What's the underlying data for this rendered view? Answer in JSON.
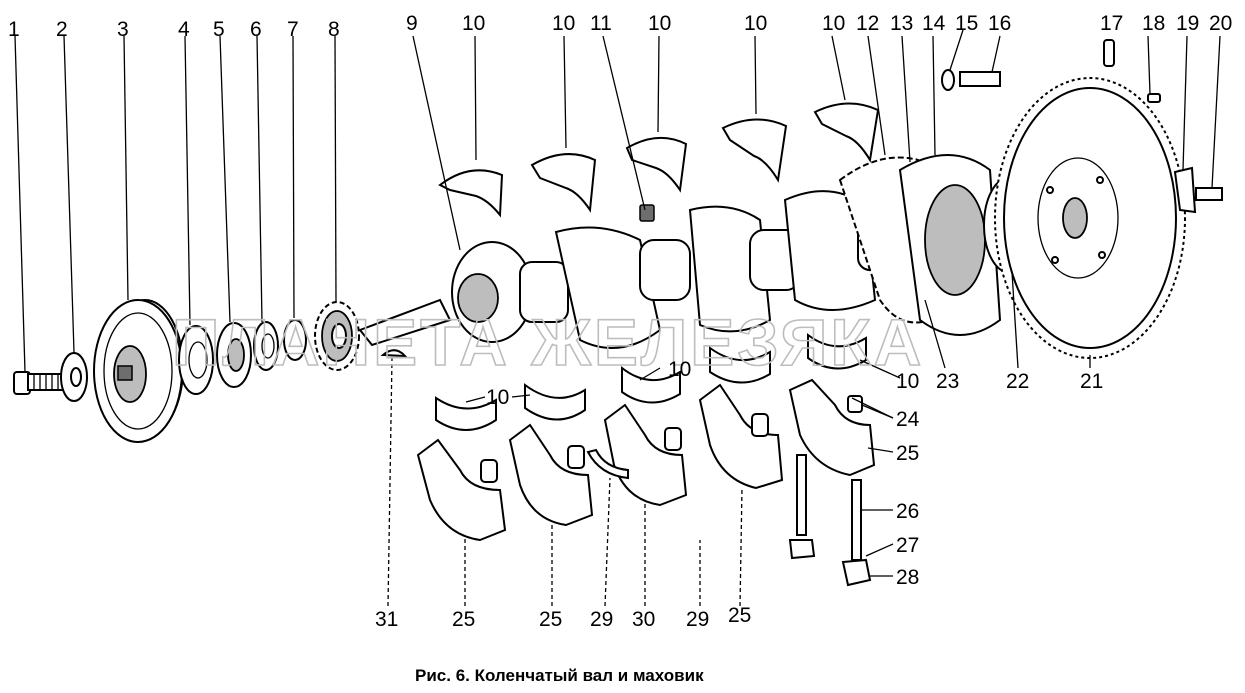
{
  "caption": "Рис. 6. Коленчатый вал и маховик",
  "watermark": "ПЛАНЕТА ЖЕЛЕЗЯКА",
  "labels": [
    "1",
    "2",
    "3",
    "4",
    "5",
    "6",
    "7",
    "8",
    "9",
    "10",
    "10",
    "10",
    "10",
    "10",
    "11",
    "12",
    "13",
    "14",
    "15",
    "16",
    "17",
    "18",
    "19",
    "20",
    "10",
    "10",
    "10",
    "10",
    "21",
    "22",
    "23",
    "24",
    "25",
    "26",
    "27",
    "28",
    "31",
    "25",
    "25",
    "29",
    "30",
    "29",
    "25"
  ]
}
